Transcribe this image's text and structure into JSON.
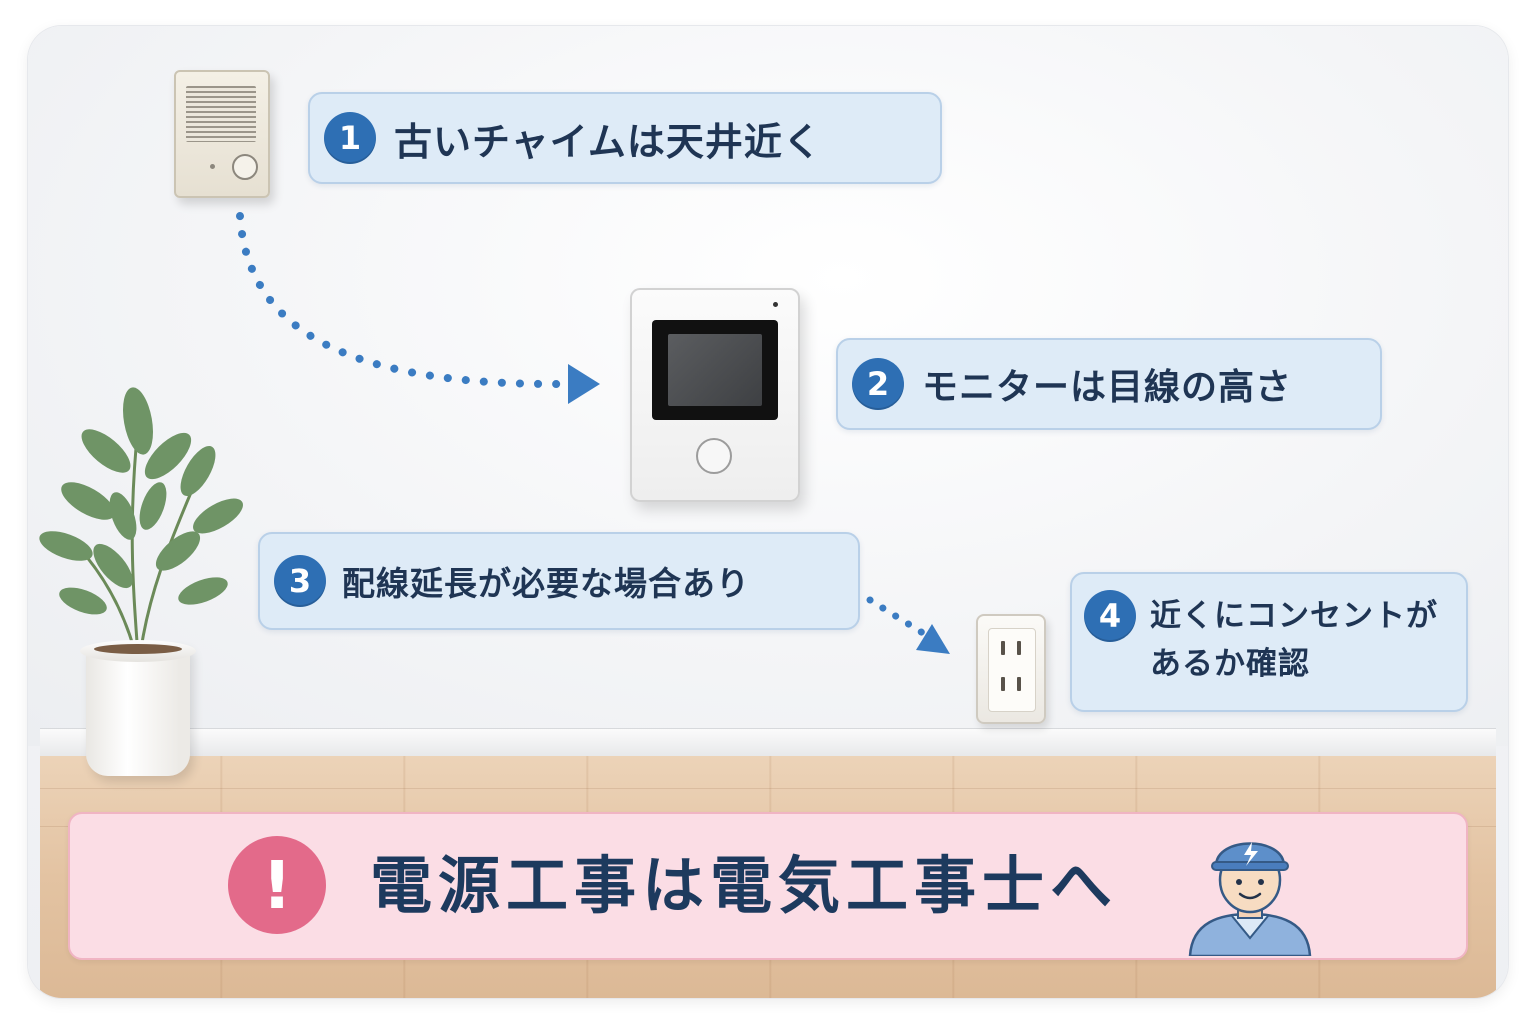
{
  "callouts": [
    {
      "number": "1",
      "text": "古いチャイムは天井近く"
    },
    {
      "number": "2",
      "text": "モニターは目線の高さ"
    },
    {
      "number": "3",
      "text": "配線延長が必要な場合あり"
    },
    {
      "number": "4",
      "text_line1": "近くにコンセントが",
      "text_line2": "あるか確認"
    }
  ],
  "warning": {
    "icon_text": "!",
    "message": "電源工事は電気工事士へ"
  },
  "colors": {
    "accent_blue": "#2e6fb4",
    "callout_bg": "#deebf7",
    "warning_pink": "#e36a8a",
    "banner_bg": "#fbdde5",
    "text_navy": "#1d3a5e"
  },
  "icons": [
    "chime-icon",
    "intercom-monitor-icon",
    "outlet-icon",
    "plant-icon",
    "dotted-arrow-icon",
    "electrician-icon"
  ]
}
